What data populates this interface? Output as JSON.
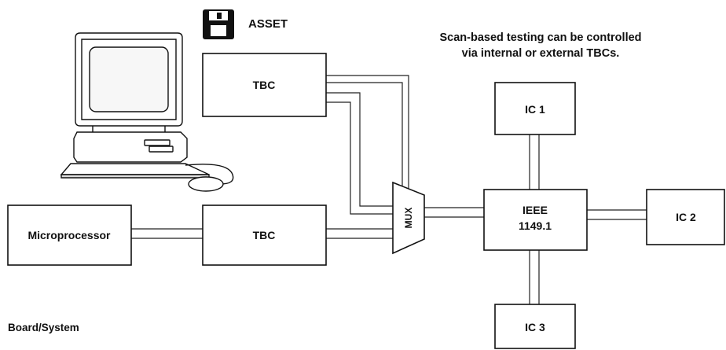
{
  "asset_label": "ASSET",
  "note": {
    "line1": "Scan-based testing can be controlled",
    "line2": "via internal or external TBCs."
  },
  "blocks": {
    "tbc_top": "TBC",
    "tbc_bottom": "TBC",
    "microprocessor": "Microprocessor",
    "mux": "MUX",
    "ieee_line1": "IEEE",
    "ieee_line2": "1149.1",
    "ic1": "IC 1",
    "ic2": "IC 2",
    "ic3": "IC 3"
  },
  "board_label": "Board/System",
  "icons": [
    "floppy-disk-icon",
    "computer-workstation-icon",
    "mouse-icon"
  ]
}
